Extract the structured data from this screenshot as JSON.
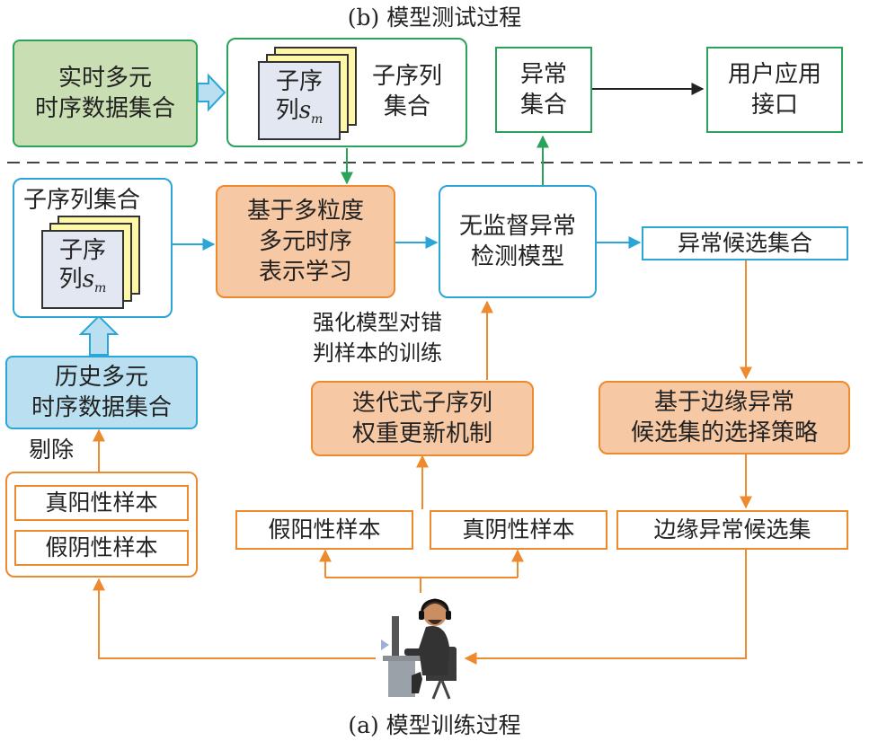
{
  "captions": {
    "top": "(b) 模型测试过程",
    "bottom": "(a) 模型训练过程"
  },
  "test": {
    "realtime_set": "实时多元\n时序数据集合",
    "subseq_set": "子序列\n集合",
    "anomaly_set": "异常\n集合",
    "user_api": "用户应用\n接口"
  },
  "train": {
    "subseq_set_title": "子序列集合",
    "subseq_item": "子序\n列",
    "subseq_symbol": "s",
    "subseq_subscript": "m",
    "history_set": "历史多元\n时序数据集合",
    "remove_label": "剔除",
    "true_pos": "真阳性样本",
    "false_neg": "假阴性样本",
    "repr_learning": "基于多粒度\n多元时序\n表示学习",
    "detect_model": "无监督异常\n检测模型",
    "candidate_set": "异常候选集合",
    "reinforce_label": "强化模型对错\n判样本的训练",
    "reweight": "迭代式子序列\n权重更新机制",
    "strategy": "基于边缘异常\n候选集的选择策略",
    "false_pos": "假阳性样本",
    "true_neg": "真阴性样本",
    "edge_candidate": "边缘异常候选集"
  },
  "colors": {
    "green": "#2aa35a",
    "blue": "#2aa7d8",
    "orange": "#ee8a2e",
    "dashed": "#444"
  },
  "icons": {
    "person": "person-at-computer-icon",
    "subseq": "stacked-sheets-icon"
  }
}
